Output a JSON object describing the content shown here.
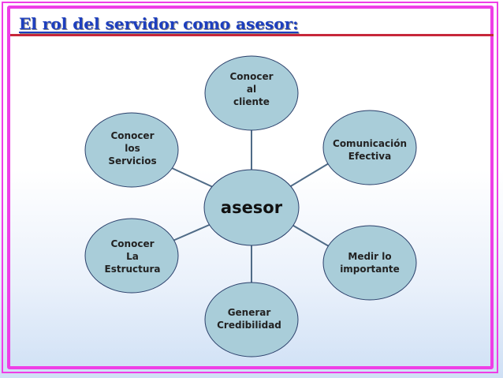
{
  "title": "El rol del servidor como  asesor:",
  "diagram": {
    "center": "asesor",
    "nodes": [
      {
        "id": "conocer-cliente",
        "label": "Conocer\nal\ncliente"
      },
      {
        "id": "comunicacion",
        "label": "Comunicación\nEfectiva"
      },
      {
        "id": "medir",
        "label": "Medir lo\nimportante"
      },
      {
        "id": "credibilidad",
        "label": "Generar\nCredibilidad"
      },
      {
        "id": "estructura",
        "label": "Conocer\nLa\nEstructura"
      },
      {
        "id": "servicios",
        "label": "Conocer\nlos\nServicios"
      }
    ]
  },
  "colors": {
    "node_fill": "#a9cdd9",
    "node_stroke": "#2a3f6a",
    "connector": "#4f6b87",
    "frame": "#ee3ee6",
    "title": "#1d3fbf",
    "title_rule": "#c7273a"
  }
}
